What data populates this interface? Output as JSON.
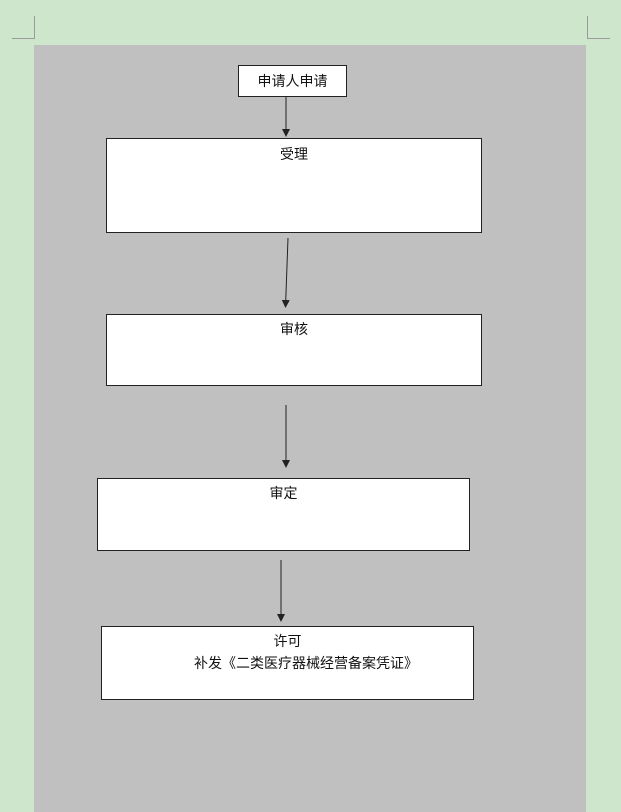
{
  "document": {
    "start_node": {
      "label": "申请人申请"
    },
    "steps": [
      {
        "title": "受理",
        "detail": ""
      },
      {
        "title": "审核",
        "detail": ""
      },
      {
        "title": "审定",
        "detail": ""
      },
      {
        "title": "许可",
        "detail": "补发《二类医疗器械经营备案凭证》"
      }
    ]
  },
  "colors": {
    "workspace": "#cde6cc",
    "page": "#c0c0c0",
    "box_fill": "#ffffff",
    "line": "#222222"
  }
}
